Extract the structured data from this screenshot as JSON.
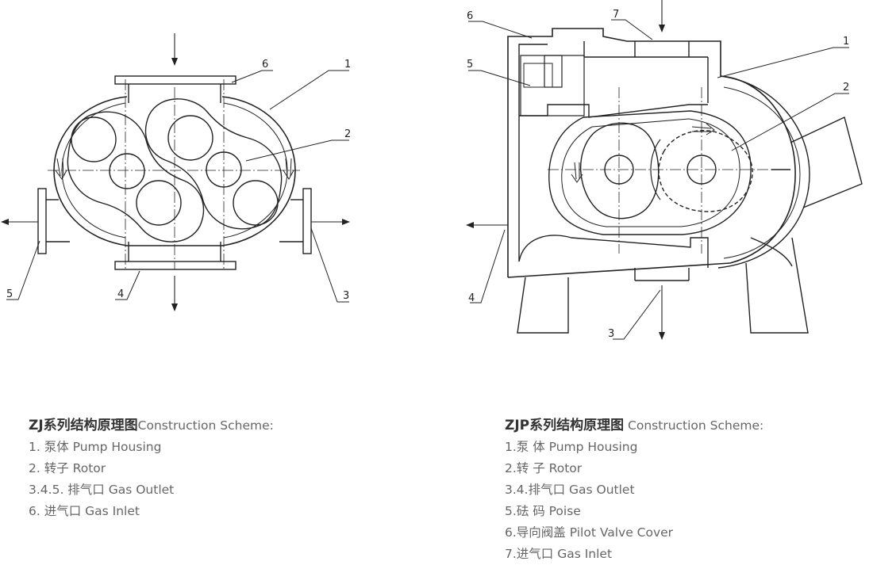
{
  "left_diagram": {
    "callouts": [
      "1",
      "2",
      "3",
      "4",
      "5",
      "6"
    ],
    "caption": {
      "title_cn": "ZJ系列结构原理图",
      "title_en": "Construction Scheme:",
      "items": [
        "1. 泵体 Pump Housing",
        "2. 转子 Rotor",
        "3.4.5. 排气口 Gas Outlet",
        "6. 进气口 Gas Inlet"
      ]
    }
  },
  "right_diagram": {
    "callouts": [
      "1",
      "2",
      "3",
      "4",
      "5",
      "6",
      "7"
    ],
    "caption": {
      "title_cn": "ZJP系列结构原理图",
      "title_en": " Construction Scheme:",
      "items": [
        "1.泵 体 Pump Housing",
        "2.转 子 Rotor",
        "3.4.排气口 Gas Outlet",
        "5.砝 码 Poise",
        "6.导向阀盖 Pilot Valve Cover",
        "7.进气口 Gas Inlet"
      ]
    }
  }
}
